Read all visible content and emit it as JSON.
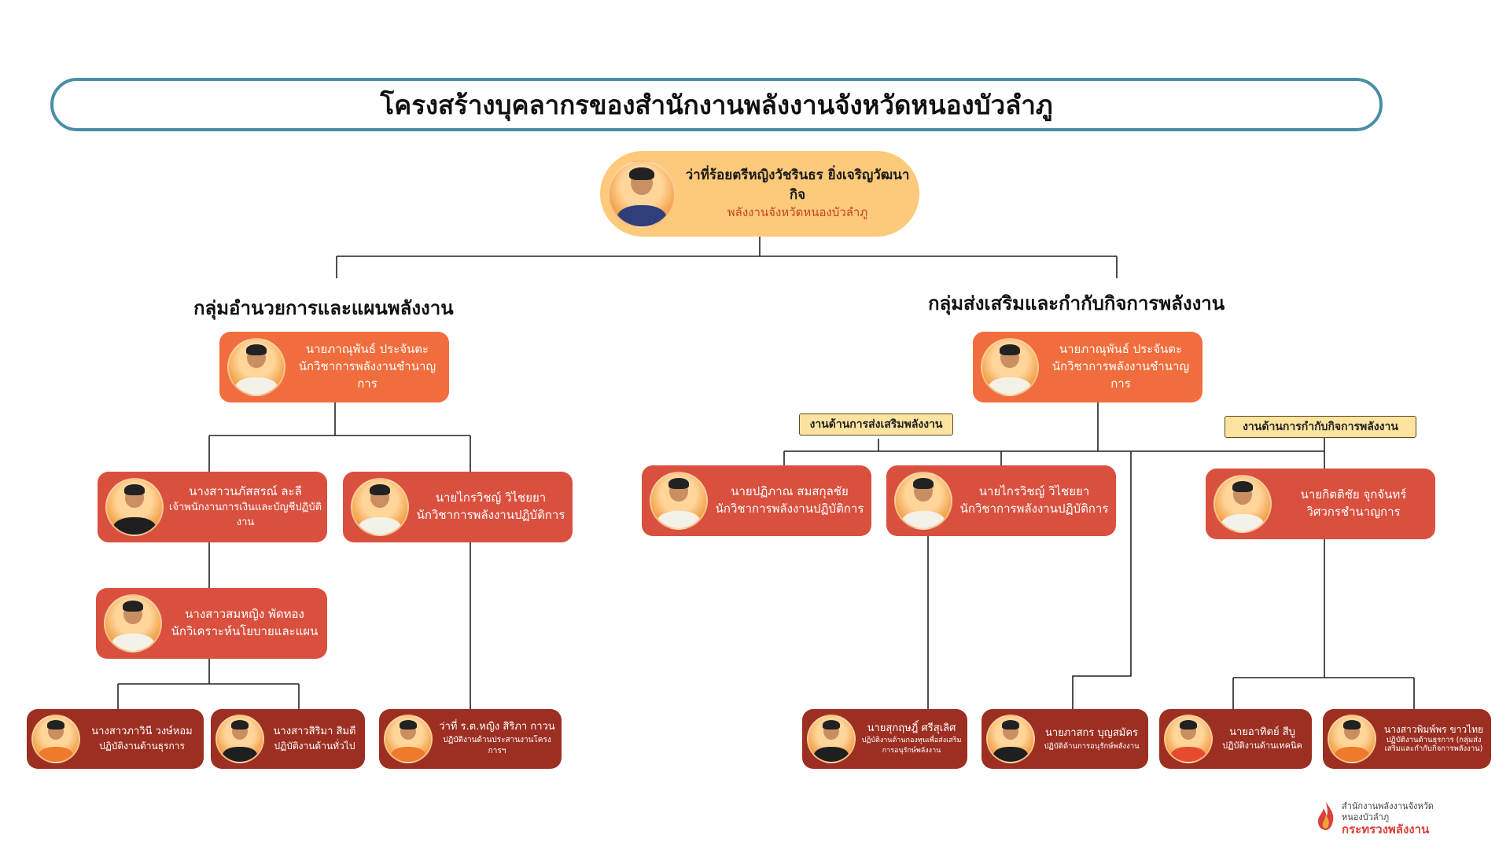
{
  "title": "โครงสร้างบุคลากรของสำนักงานพลังงานจังหวัดหนองบัวลำภู",
  "head": {
    "name": "ว่าที่ร้อยตรีหญิงวัชรินธร ยิ่งเจริญวัฒนากิจ",
    "role": "พลังงานจังหวัดหนองบัวลำภู"
  },
  "groups": {
    "left": {
      "heading": "กลุ่มอำนวยการและแผนพลังงาน"
    },
    "right": {
      "heading": "กลุ่มส่งเสริมและกำกับกิจการพลังงาน"
    }
  },
  "tags": {
    "promote": "งานด้านการส่งเสริมพลังงาน",
    "regulate": "งานด้านการกำกับกิจการพลังงาน"
  },
  "people": {
    "left_lead": {
      "name": "นายภาณุพันธ์ ประจันตะ",
      "role": "นักวิชาการพลังงานชำนาญการ"
    },
    "right_lead": {
      "name": "นายภาณุพันธ์ ประจันตะ",
      "role": "นักวิชาการพลังงานชำนาญการ"
    },
    "l_finance": {
      "name": "นางสาวนภัสสรณ์ ละลี",
      "role": "เจ้าพนักงานการเงินและบัญชีปฏิบัติงาน"
    },
    "l_kraiwit": {
      "name": "นายไกรวิชญ์ วิไชยยา",
      "role": "นักวิชาการพลังงานปฏิบัติการ"
    },
    "l_somying": {
      "name": "นางสาวสมหญิง พัดทอง",
      "role": "นักวิเคราะห์นโยบายและแผน"
    },
    "l_phawinee": {
      "name": "นางสาวภาวินี วงษ์หอม",
      "role": "ปฏิบัติงานด้านธุรการ"
    },
    "l_sirima": {
      "name": "นางสาวสิริมา สิมตี",
      "role": "ปฏิบัติงานด้านทั่วไป"
    },
    "l_siripa": {
      "name": "ว่าที่ ร.ต.หญิง สิริภา กาวน",
      "role": "ปฏิบัติงานด้านประสานงานโครงการฯ"
    },
    "r_patiparn": {
      "name": "นายปฏิภาณ สมสกุลชัย",
      "role": "นักวิชาการพลังงานปฏิบัติการ"
    },
    "r_kraiwit": {
      "name": "นายไกรวิชญ์ วิไชยยา",
      "role": "นักวิชาการพลังงานปฏิบัติการ"
    },
    "r_kittichai": {
      "name": "นายกิตติชัย จุกจันทร์",
      "role": "วิศวกรชำนาญการ"
    },
    "r_sukrit": {
      "name": "นายสุกฤษฎิ์ ศรีสุเลิศ",
      "role": "ปฏิบัติงานด้านกองทุนเพื่อส่งเสริมการอนุรักษ์พลังงาน"
    },
    "r_phasakorn": {
      "name": "นายภาสกร บุญสมัคร",
      "role": "ปฏิบัติด้านการอนุรักษ์พลังงาน"
    },
    "r_athit": {
      "name": "นายอาทิตย์ สีบู",
      "role": "ปฏิบัติงานด้านเทคนิค"
    },
    "r_pimpat": {
      "name": "นางสาวพิมพ์พร ขาวไทย",
      "role": "ปฏิบัติงานด้านธุรการ (กลุ่มส่งเสริมและกำกับกิจการพลังงาน)"
    }
  },
  "logo": {
    "line1": "สำนักงานพลังงานจังหวัด",
    "line2": "หนองบัวลำภู",
    "line3": "กระทรวงพลังงาน"
  },
  "colors": {
    "title_border": "#4a8da6",
    "head_card": "#fdc97b",
    "lead_card": "#f26d3d",
    "staff_card": "#d9503f",
    "support_card": "#9c2e22",
    "tag_fill": "#fde3a0"
  }
}
